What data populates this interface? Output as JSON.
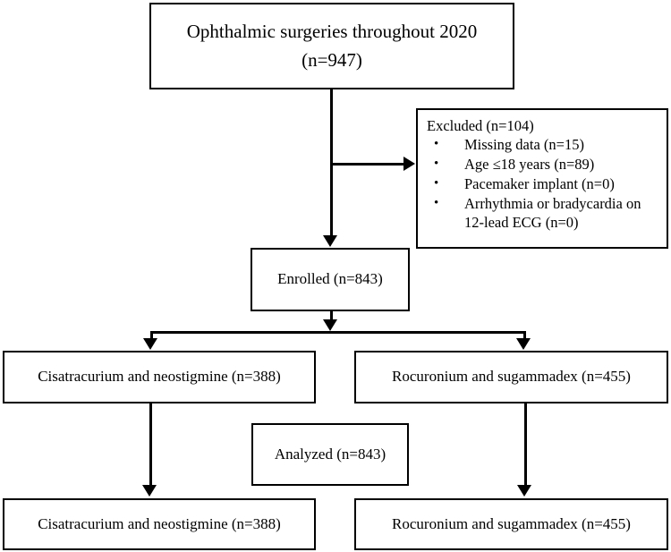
{
  "diagram": {
    "type": "study-flow-chart",
    "boxes": {
      "source": {
        "line1": "Ophthalmic surgeries throughout 2020",
        "line2": "(n=947)"
      },
      "excluded": {
        "heading": "Excluded (n=104)",
        "bullet_glyph": "•",
        "items": [
          "Missing data (n=15)",
          "Age ≤18 years (n=89)",
          "Pacemaker implant (n=0)",
          "Arrhythmia or bradycardia on 12-lead ECG (n=0)"
        ]
      },
      "enrolled": {
        "label": "Enrolled (n=843)"
      },
      "group_left": {
        "label": "Cisatracurium and neostigmine (n=388)"
      },
      "group_right": {
        "label": "Rocuronium and sugammadex (n=455)"
      },
      "analyzed": {
        "label": "Analyzed (n=843)"
      },
      "final_left": {
        "label": "Cisatracurium and neostigmine (n=388)"
      },
      "final_right": {
        "label": "Rocuronium and sugammadex (n=455)"
      }
    },
    "colors": {
      "stroke": "#000000",
      "background": "#ffffff",
      "text": "#000000"
    }
  },
  "chart_data": {
    "type": "table",
    "title": "Ophthalmic surgeries throughout 2020 participant flow",
    "categories": [
      "Ophthalmic surgeries throughout 2020",
      "Excluded",
      "Missing data",
      "Age ≤18 years",
      "Pacemaker implant",
      "Arrhythmia or bradycardia on 12-lead ECG",
      "Enrolled",
      "Cisatracurium and neostigmine",
      "Rocuronium and sugammadex",
      "Analyzed",
      "Cisatracurium and neostigmine (analyzed)",
      "Rocuronium and sugammadex (analyzed)"
    ],
    "values": [
      947,
      104,
      15,
      89,
      0,
      0,
      843,
      388,
      455,
      843,
      388,
      455
    ]
  }
}
